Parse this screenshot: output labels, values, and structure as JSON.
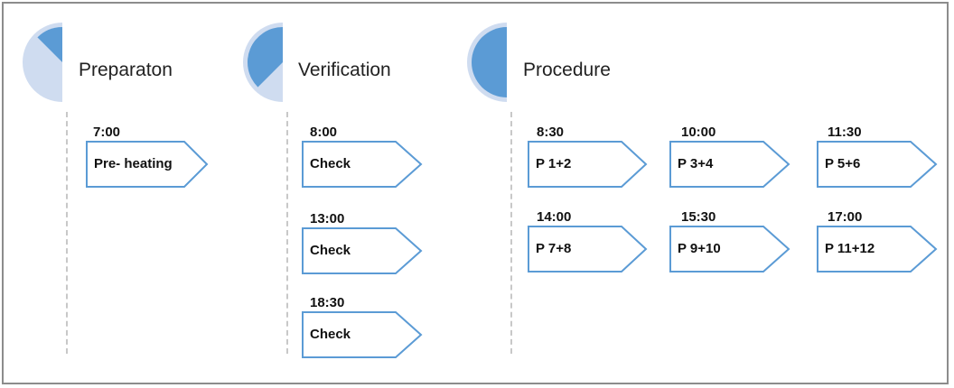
{
  "colors": {
    "accent": "#5b9bd5",
    "pie_background": "#cfdcf0",
    "dash": "#c8c8c8",
    "border": "#8c8c8c"
  },
  "phases": [
    {
      "title": "Preparaton",
      "progress": 0.125,
      "steps": [
        {
          "time": "7:00",
          "label": "Pre- heating"
        }
      ]
    },
    {
      "title": "Verification",
      "progress": 0.375,
      "steps": [
        {
          "time": "8:00",
          "label": "Check"
        },
        {
          "time": "13:00",
          "label": "Check"
        },
        {
          "time": "18:30",
          "label": "Check"
        }
      ]
    },
    {
      "title": "Procedure",
      "progress": 0.5,
      "steps": [
        {
          "time": "8:30",
          "label": "P 1+2"
        },
        {
          "time": "10:00",
          "label": "P 3+4"
        },
        {
          "time": "11:30",
          "label": "P 5+6"
        },
        {
          "time": "14:00",
          "label": "P 7+8"
        },
        {
          "time": "15:30",
          "label": "P 9+10"
        },
        {
          "time": "17:00",
          "label": "P 11+12"
        }
      ]
    }
  ]
}
